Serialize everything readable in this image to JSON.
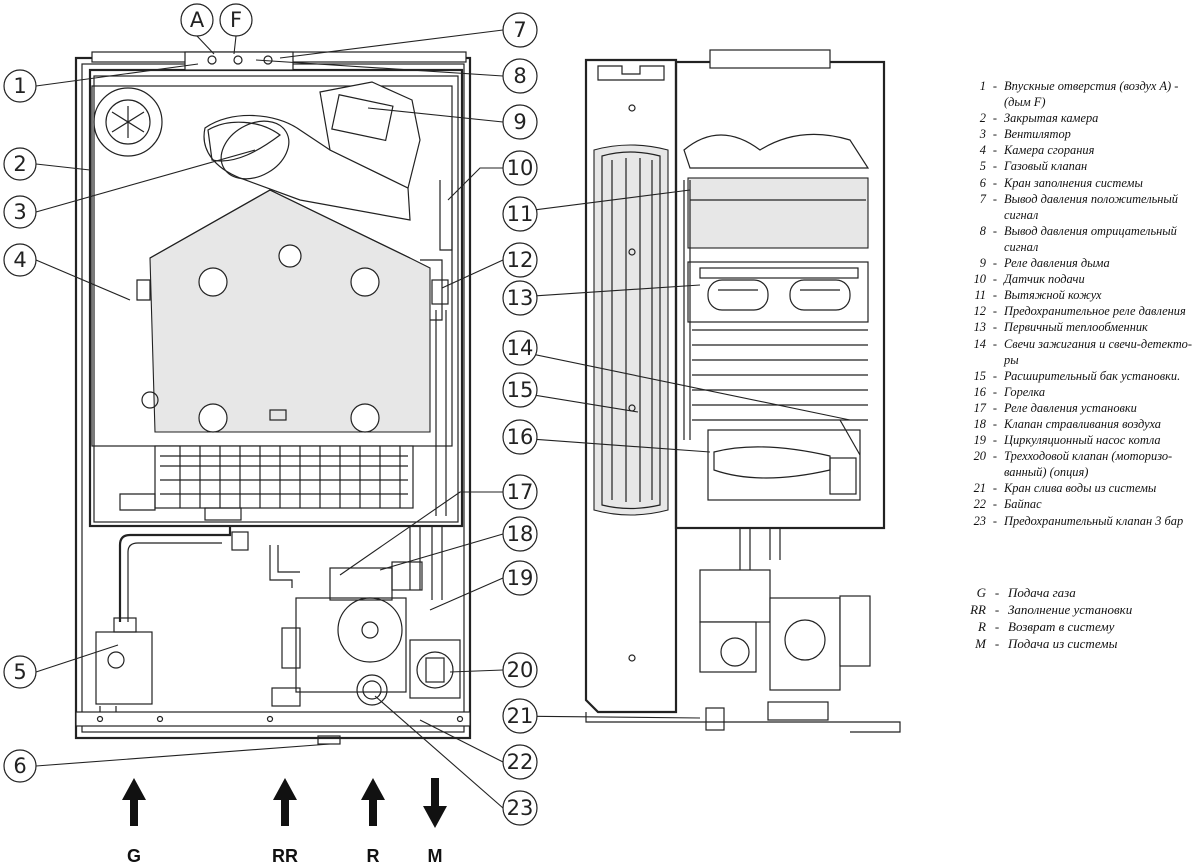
{
  "callouts": [
    "A",
    "F",
    "1",
    "2",
    "3",
    "4",
    "5",
    "6",
    "7",
    "8",
    "9",
    "10",
    "11",
    "12",
    "13",
    "14",
    "15",
    "16",
    "17",
    "18",
    "19",
    "20",
    "21",
    "22",
    "23"
  ],
  "arrows": [
    {
      "label": "G",
      "direction": "up"
    },
    {
      "label": "RR",
      "direction": "up"
    },
    {
      "label": "R",
      "direction": "up"
    },
    {
      "label": "M",
      "direction": "down"
    }
  ],
  "legend": [
    {
      "num": "1",
      "text": "Впускные отверстия (воздух А) - (дым F)"
    },
    {
      "num": "2",
      "text": "Закрытая камера"
    },
    {
      "num": "3",
      "text": "Вентилятор"
    },
    {
      "num": "4",
      "text": "Камера сгорания"
    },
    {
      "num": "5",
      "text": "Газовый клапан"
    },
    {
      "num": "6",
      "text": "Кран заполнения системы"
    },
    {
      "num": "7",
      "text": "Вывод давления положительный сигнал"
    },
    {
      "num": "8",
      "text": "Вывод давления отрицательный сигнал"
    },
    {
      "num": "9",
      "text": "Реле давления дыма"
    },
    {
      "num": "10",
      "text": "Датчик подачи"
    },
    {
      "num": "11",
      "text": "Вытяжной кожух"
    },
    {
      "num": "12",
      "text": "Предохранительное реле давления"
    },
    {
      "num": "13",
      "text": "Первичный теплообменник"
    },
    {
      "num": "14",
      "text": "Свечи зажигания и свечи-детекто-ры"
    },
    {
      "num": "15",
      "text": "Расширительный бак установки."
    },
    {
      "num": "16",
      "text": "Горелка"
    },
    {
      "num": "17",
      "text": "Реле давления установки"
    },
    {
      "num": "18",
      "text": "Клапан стравливания воздуха"
    },
    {
      "num": "19",
      "text": "Циркуляционный насос котла"
    },
    {
      "num": "20",
      "text": "Трехходовой клапан (моторизо-ванный) (опция)"
    },
    {
      "num": "21",
      "text": "Кран слива воды из системы"
    },
    {
      "num": "22",
      "text": "Байпас"
    },
    {
      "num": "23",
      "text": "Предохранительный клапан 3 бар"
    }
  ],
  "legend2": [
    {
      "code": "G",
      "text": "Подача газа"
    },
    {
      "code": "RR",
      "text": "Заполнение установки"
    },
    {
      "code": "R",
      "text": "Возврат в систему"
    },
    {
      "code": "M",
      "text": "Подача из системы"
    }
  ]
}
